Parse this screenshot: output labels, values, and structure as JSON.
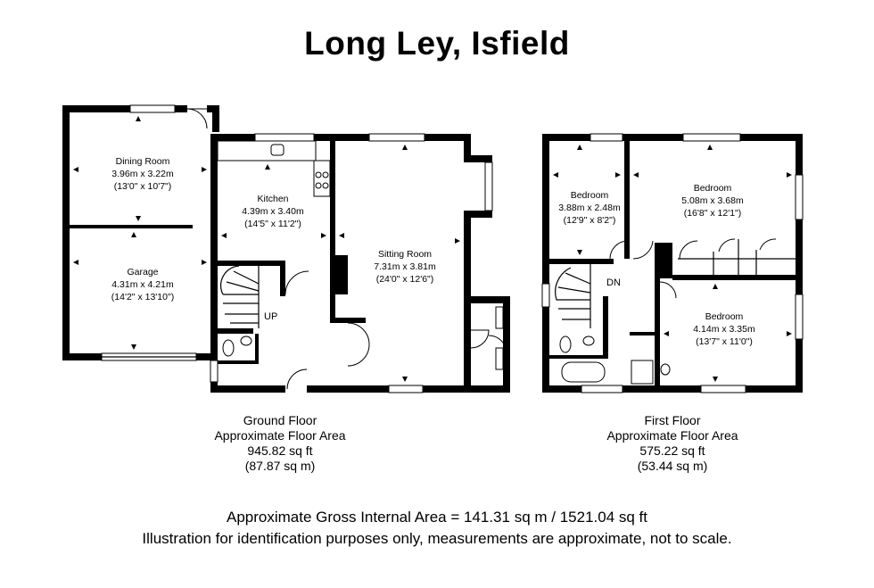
{
  "title": "Long Ley, Isfield",
  "ground_floor": {
    "caption_line1": "Ground Floor",
    "caption_line2": "Approximate Floor Area",
    "caption_line3": "945.82 sq ft",
    "caption_line4": "(87.87 sq m)",
    "stairs_label": "UP",
    "rooms": [
      {
        "name": "Dining Room",
        "metric": "3.96m x 3.22m",
        "imperial": "(13'0\" x 10'7\")"
      },
      {
        "name": "Garage",
        "metric": "4.31m x 4.21m",
        "imperial": "(14'2\" x 13'10\")"
      },
      {
        "name": "Kitchen",
        "metric": "4.39m x 3.40m",
        "imperial": "(14'5\" x 11'2\")"
      },
      {
        "name": "Sitting Room",
        "metric": "7.31m x 3.81m",
        "imperial": "(24'0\" x 12'6\")"
      }
    ]
  },
  "first_floor": {
    "caption_line1": "First Floor",
    "caption_line2": "Approximate Floor Area",
    "caption_line3": "575.22 sq ft",
    "caption_line4": "(53.44 sq m)",
    "stairs_label": "DN",
    "rooms": [
      {
        "name": "Bedroom",
        "metric": "3.88m x 2.48m",
        "imperial": "(12'9\" x 8'2\")"
      },
      {
        "name": "Bedroom",
        "metric": "5.08m x 3.68m",
        "imperial": "(16'8\" x 12'1\")"
      },
      {
        "name": "Bedroom",
        "metric": "4.14m x 3.35m",
        "imperial": "(13'7\" x 11'0\")"
      }
    ]
  },
  "footer": {
    "gross_area": "Approximate Gross Internal Area = 141.31 sq m / 1521.04 sq ft",
    "disclaimer": "Illustration for identification purposes only, measurements are approximate, not to scale."
  }
}
